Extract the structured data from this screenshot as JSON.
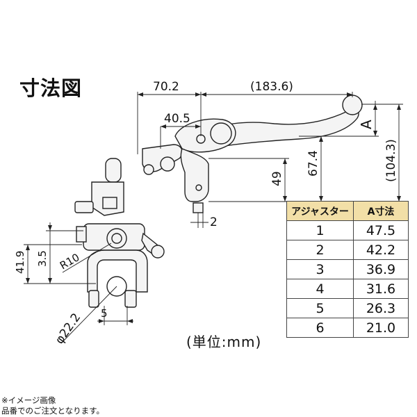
{
  "title": "寸法図",
  "dimensions": {
    "d_70_2": "70.2",
    "d_183_6": "(183.6)",
    "d_40_5": "40.5",
    "d_A": "A",
    "d_104_3": "(104.3)",
    "d_67_4": "67.4",
    "d_49": "49",
    "d_2": "2",
    "d_41_9": "41.9",
    "d_3_5": "3.5",
    "d_R10": "R10",
    "d_22_2": "φ22.2",
    "d_5": "5"
  },
  "table": {
    "headers": [
      "アジャスター",
      "A寸法"
    ],
    "rows": [
      [
        "1",
        "47.5"
      ],
      [
        "2",
        "42.2"
      ],
      [
        "3",
        "36.9"
      ],
      [
        "4",
        "31.6"
      ],
      [
        "5",
        "26.3"
      ],
      [
        "6",
        "21.0"
      ]
    ]
  },
  "unit_label": "(単位:mm)",
  "notes": [
    "※イメージ画像",
    "品番でのご注文となります。"
  ]
}
